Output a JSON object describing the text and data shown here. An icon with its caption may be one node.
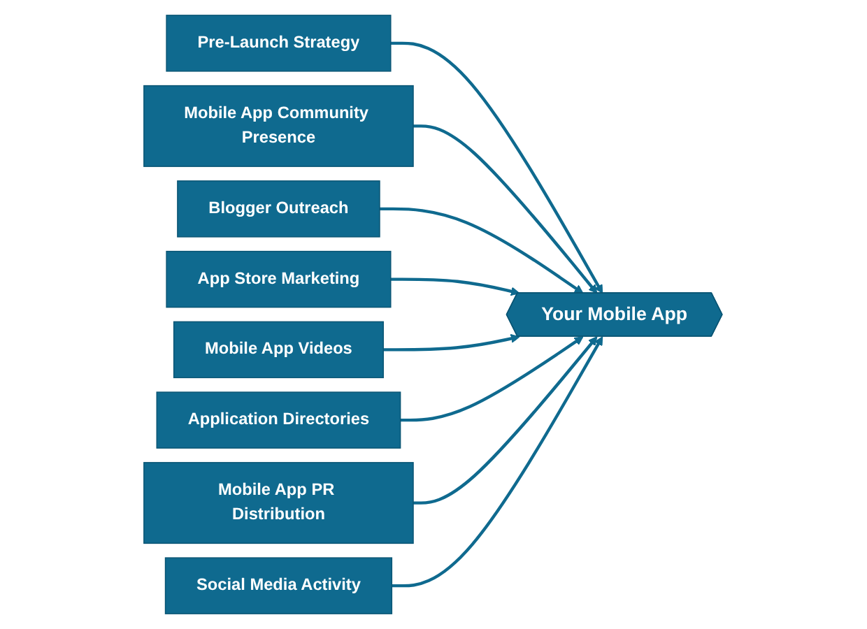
{
  "diagram": {
    "nodes": [
      {
        "text": [
          "Pre-Launch Strategy"
        ]
      },
      {
        "text": [
          "Mobile App Community Presence"
        ]
      },
      {
        "text": [
          "Blogger Outreach"
        ]
      },
      {
        "text": [
          "App Store Marketing"
        ]
      },
      {
        "text": [
          "Your Mobile App"
        ]
      },
      {
        "text": [
          "Mobile App Videos"
        ]
      },
      {
        "text": [
          "Application Directories"
        ]
      },
      {
        "text": [
          "Mobile App PR Distribution"
        ]
      },
      {
        "text": [
          "Social Media Activity"
        ]
      }
    ],
    "edges": [
      {
        "from": 0,
        "to": 4,
        "arrow": "to"
      },
      {
        "from": 1,
        "to": 4,
        "arrow": "to"
      },
      {
        "from": 2,
        "to": 4,
        "arrow": "to"
      },
      {
        "from": 3,
        "to": 4,
        "arrow": "to"
      },
      {
        "from": 5,
        "to": 4,
        "arrow": "to"
      },
      {
        "from": 6,
        "to": 4,
        "arrow": "to"
      },
      {
        "from": 7,
        "to": 4,
        "arrow": "to"
      },
      {
        "from": 8,
        "to": 4,
        "arrow": "to"
      }
    ]
  }
}
